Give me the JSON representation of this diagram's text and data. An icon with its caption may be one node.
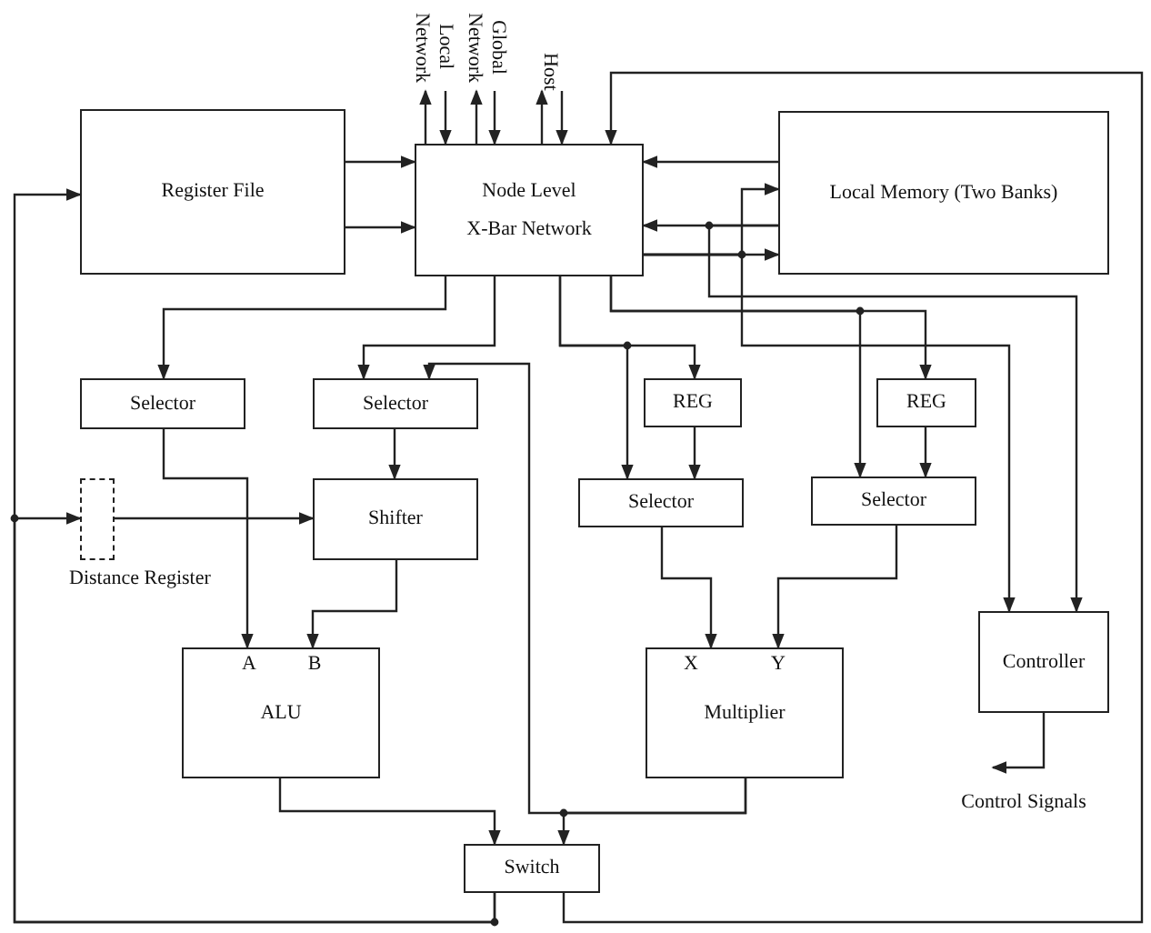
{
  "diagram": {
    "nodes": [
      {
        "text": [
          "Register File"
        ]
      },
      {
        "text": [
          "Node Level",
          "X-Bar Network"
        ]
      },
      {
        "text": [
          "Local Memory (Two Banks)"
        ]
      },
      {
        "text": [
          "Selector"
        ]
      },
      {
        "text": [
          "Selector"
        ]
      },
      {
        "text": [
          "REG"
        ]
      },
      {
        "text": [
          "REG"
        ]
      },
      {
        "text": [],
        "shape": "box",
        "beside": [
          "Distance Register"
        ]
      },
      {
        "text": [
          "Shifter"
        ]
      },
      {
        "text": [
          "Selector"
        ]
      },
      {
        "text": [
          "Selector"
        ]
      },
      {
        "text": [
          "A",
          "B",
          "ALU"
        ]
      },
      {
        "text": [
          "X",
          "Y",
          "Multiplier"
        ]
      },
      {
        "text": [
          "Controller"
        ]
      },
      {
        "text": [
          "Switch"
        ]
      },
      {
        "text": [
          "Control Signals"
        ]
      },
      {
        "text": [
          "Local Network"
        ]
      },
      {
        "text": [
          "Global Network"
        ]
      },
      {
        "text": [
          "Host"
        ]
      }
    ],
    "edges": [
      {
        "from": 0,
        "to": 1,
        "arrow": "to"
      },
      {
        "from": 0,
        "to": 1,
        "arrow": "to"
      },
      {
        "from": 2,
        "to": 1,
        "arrow": "to"
      },
      {
        "from": 2,
        "to": 1,
        "arrow": "to"
      },
      {
        "from": 2,
        "to": 13,
        "arrow": "to"
      },
      {
        "from": 1,
        "to": 2,
        "arrow": "to"
      },
      {
        "from": 1,
        "to": 2,
        "arrow": "to"
      },
      {
        "from": 1,
        "to": 13,
        "arrow": "to"
      },
      {
        "from": 1,
        "to": 3,
        "arrow": "to"
      },
      {
        "from": 1,
        "to": 4,
        "arrow": "to"
      },
      {
        "from": 1,
        "to": 5,
        "arrow": "to"
      },
      {
        "from": 1,
        "to": 9,
        "arrow": "to"
      },
      {
        "from": 1,
        "to": 6,
        "arrow": "to"
      },
      {
        "from": 1,
        "to": 10,
        "arrow": "to"
      },
      {
        "from": 3,
        "to": 11,
        "arrow": "to"
      },
      {
        "from": 4,
        "to": 8,
        "arrow": "to"
      },
      {
        "from": 7,
        "to": 8,
        "arrow": "to"
      },
      {
        "from": 8,
        "to": 11,
        "arrow": "to"
      },
      {
        "from": 5,
        "to": 9,
        "arrow": "to"
      },
      {
        "from": 6,
        "to": 10,
        "arrow": "to"
      },
      {
        "from": 9,
        "to": 12,
        "arrow": "to"
      },
      {
        "from": 10,
        "to": 12,
        "arrow": "to"
      },
      {
        "from": 11,
        "to": 14,
        "arrow": "to"
      },
      {
        "from": 12,
        "to": 14,
        "arrow": "to"
      },
      {
        "from": 12,
        "to": 4,
        "arrow": "to"
      },
      {
        "from": 14,
        "to": 0,
        "arrow": "to"
      },
      {
        "from": 14,
        "to": 7,
        "arrow": "to"
      },
      {
        "from": 14,
        "to": 1,
        "arrow": "to"
      },
      {
        "from": 13,
        "to": 15,
        "arrow": "to"
      },
      {
        "from": 1,
        "to": 16,
        "arrow": "to"
      },
      {
        "from": 16,
        "to": 1,
        "arrow": "to"
      },
      {
        "from": 1,
        "to": 17,
        "arrow": "to"
      },
      {
        "from": 17,
        "to": 1,
        "arrow": "to"
      },
      {
        "from": 1,
        "to": 18,
        "arrow": "to"
      },
      {
        "from": 18,
        "to": 1,
        "arrow": "to"
      }
    ]
  }
}
